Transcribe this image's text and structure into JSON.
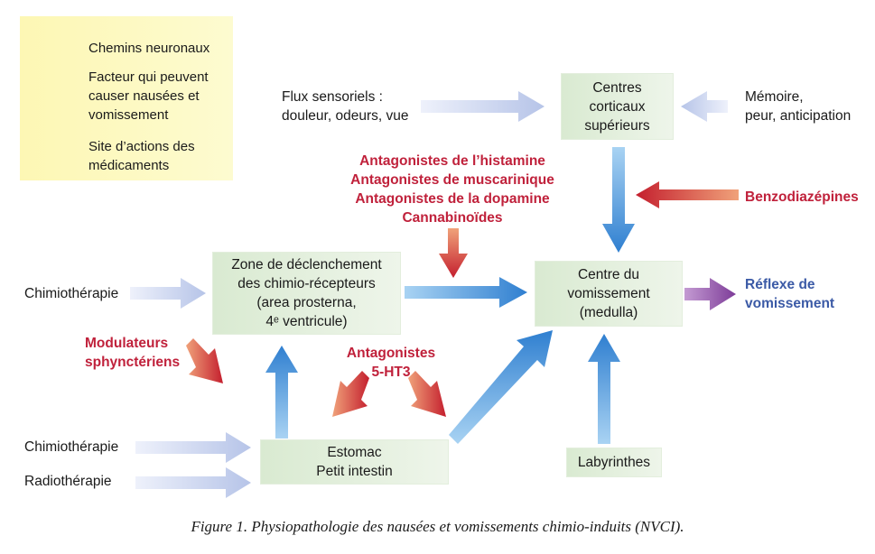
{
  "legend": {
    "neural": "Chemins neuronaux",
    "factors": "Facteur qui peuvent\ncauser nausées et\nvomissement",
    "drugs": "Site d’actions des\nmédicaments"
  },
  "boxes": {
    "cortical": "Centres\ncorticaux\nsupérieurs",
    "trigger_zone": "Zone de déclenchement\ndes chimio-récepteurs\n(area prosterna,\n4ᵉ ventricule)",
    "vomit_center": "Centre du\nvomissement\n(medulla)",
    "stomach": "Estomac\nPetit intestin",
    "labyrinth": "Labyrinthes"
  },
  "factors": {
    "sensory": "Flux sensoriels :\ndouleur, odeurs, vue",
    "memory": "Mémoire,\npeur, anticipation",
    "chemo_top": "Chimiothérapie",
    "chemo_bottom": "Chimiothérapie",
    "radio": "Radiothérapie"
  },
  "drugs": {
    "antagonists_list": "Antagonistes de l’histamine\nAntagonistes de muscarinique\nAntagonistes de la dopamine\nCannabinoïdes",
    "benzo": "Benzodiazépines",
    "modulators": "Modulateurs\nsphynctériens",
    "ht3": "Antagonistes\n5-HT3"
  },
  "outcome": "Réflexe de\nvomissement",
  "caption": "Figure 1. Physiopathologie des nausées et vomissements chimio-induits (NVCI).",
  "colors": {
    "neural": "#3f88d6",
    "factor": "#b9c6e8",
    "drug": "#c41f2e",
    "reflex": "#7d3c98",
    "box": "#dcecd4",
    "legend_bg": "#fdf8bd"
  }
}
